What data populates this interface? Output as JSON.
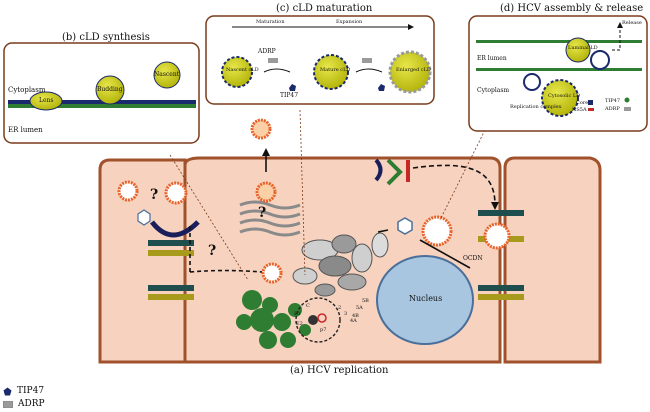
{
  "panels": {
    "b": {
      "title": "(b) cLD synthesis",
      "cytoplasm": "Cytoplasm",
      "er_lumen": "ER lumen",
      "lens": "Lens",
      "budding": "Budding",
      "nascent": "Nascent"
    },
    "c": {
      "title": "(c) cLD maturation",
      "maturation": "Maturation",
      "expansion": "Expansion",
      "adrp": "ADRP",
      "tip47": "TIP47",
      "nascent_cld": "Nascent cLD",
      "mature_cld": "Mature cLD",
      "enlarged_cld": "Enlarged cLD"
    },
    "d": {
      "title": "(d) HCV assembly & release",
      "release": "Release",
      "er_lumen": "ER lumen",
      "luminal_ld": "Luminal LD",
      "cytoplasm": "Cytoplasm",
      "cytosolic_ld": "Cytosolic LD",
      "replication_complex": "Replication complex",
      "core": "Core",
      "ns5a": "NS5A",
      "tip47": "TIP47",
      "adrp": "ADRP"
    },
    "a": {
      "title": "(a) HCV replication",
      "nucleus": "Nucleus",
      "ocdn": "OCDN",
      "question": "?",
      "proteins": [
        "C",
        "E1",
        "E2",
        "p7",
        "2",
        "3",
        "4A",
        "4B",
        "5A",
        "5B"
      ]
    }
  },
  "legend": [
    {
      "label": "TIP47",
      "icon": "pentagon-icon",
      "color": "#1a2a6c"
    },
    {
      "label": "ADRP",
      "icon": "rectangle-icon",
      "color": "#9a9a9a"
    }
  ],
  "colors": {
    "cell": "#f6d2bf",
    "cell_border": "#a0522d",
    "lipid": "#c8c814",
    "nucleus": "#a8c6e0",
    "er": "#2e7d32",
    "virus_ring": "#e8632a"
  }
}
